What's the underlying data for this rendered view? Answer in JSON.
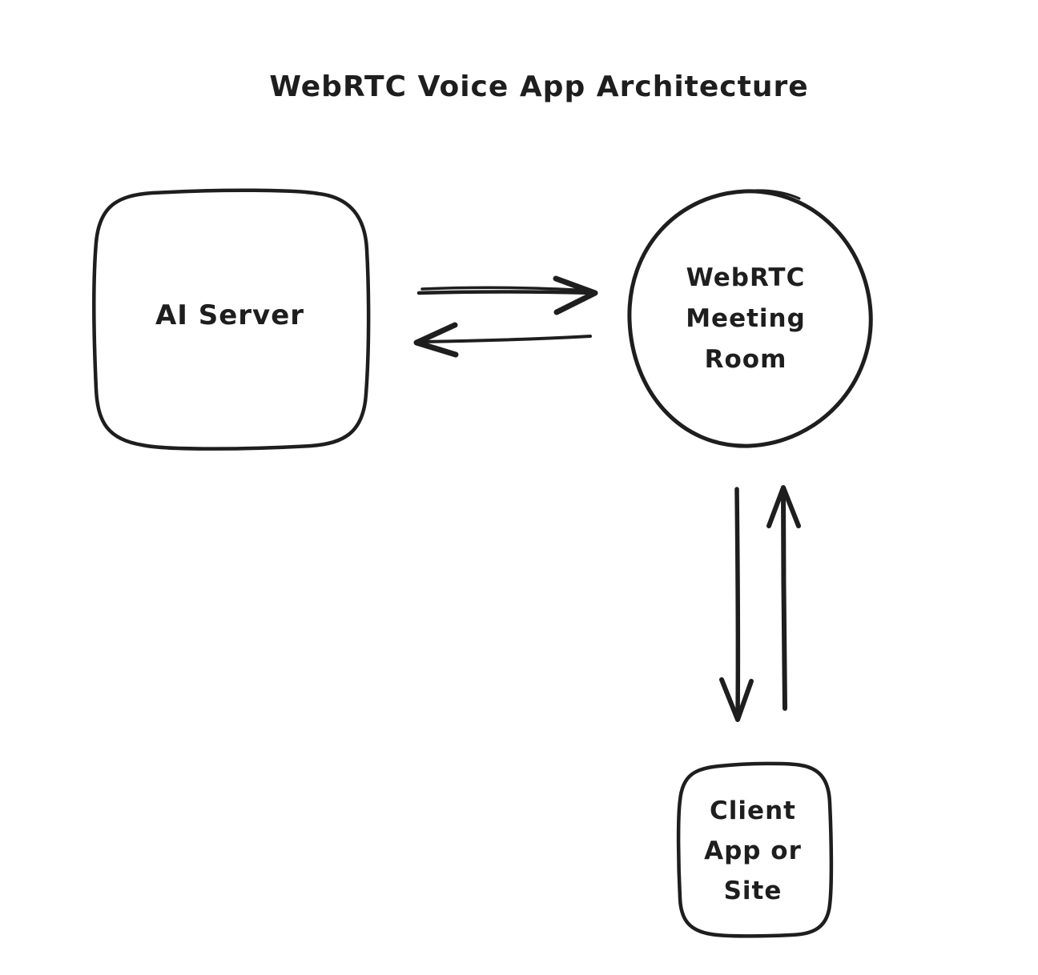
{
  "title": "WebRTC Voice App Architecture",
  "nodes": {
    "ai_server": {
      "label": "AI Server",
      "shape": "rounded-rectangle"
    },
    "meeting_room": {
      "label": "WebRTC Meeting Room",
      "line1": "WebRTC",
      "line2": "Meeting",
      "line3": "Room",
      "shape": "circle"
    },
    "client": {
      "label": "Client App or Site",
      "line1": "Client",
      "line2": "App or",
      "line3": "Site",
      "shape": "rounded-rectangle"
    }
  },
  "edges": [
    {
      "from": "AI Server",
      "to": "WebRTC Meeting Room",
      "direction": "right"
    },
    {
      "from": "WebRTC Meeting Room",
      "to": "AI Server",
      "direction": "left"
    },
    {
      "from": "WebRTC Meeting Room",
      "to": "Client App or Site",
      "direction": "down"
    },
    {
      "from": "Client App or Site",
      "to": "WebRTC Meeting Room",
      "direction": "up"
    }
  ],
  "colors": {
    "stroke": "#1e1e1e",
    "background": "#ffffff"
  }
}
